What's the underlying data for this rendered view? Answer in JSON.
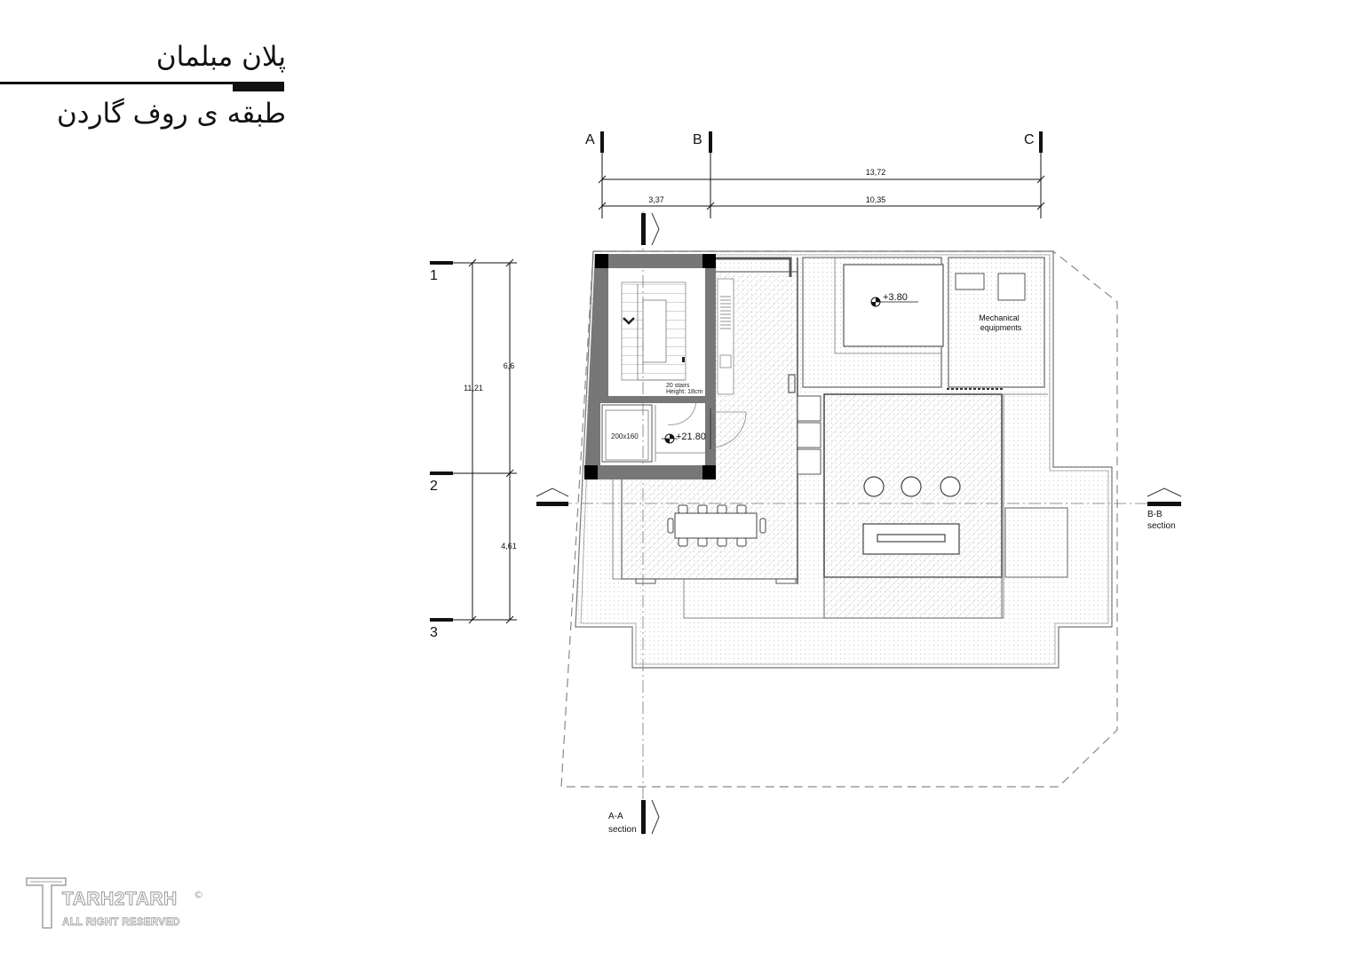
{
  "title": {
    "line1": "پلان مبلمان",
    "line2": "طبقه ی روف گاردن"
  },
  "grid": {
    "axes_x": [
      "A",
      "B",
      "C"
    ],
    "axes_y": [
      "1",
      "2",
      "3"
    ]
  },
  "dimensions": {
    "total_x": "13,72",
    "span_ab": "3,37",
    "span_bc": "10,35",
    "total_y": "11,21",
    "span_12": "6,6",
    "span_23": "4,61"
  },
  "labels": {
    "stairs_line1": "20 stairs",
    "stairs_line2": "Height: 18cm",
    "elevator": "200x160",
    "level_main": "+21.80",
    "level_upper": "+3.80",
    "mechanical_line1": "Mechanical",
    "mechanical_line2": "equipments"
  },
  "sections": {
    "aa_line1": "A-A",
    "aa_line2": "section",
    "bb_line1": "B-B",
    "bb_line2": "section"
  },
  "logo": {
    "name": "TARH2TARH",
    "tagline": "ALL RIGHT RESERVED",
    "reg": "©"
  }
}
